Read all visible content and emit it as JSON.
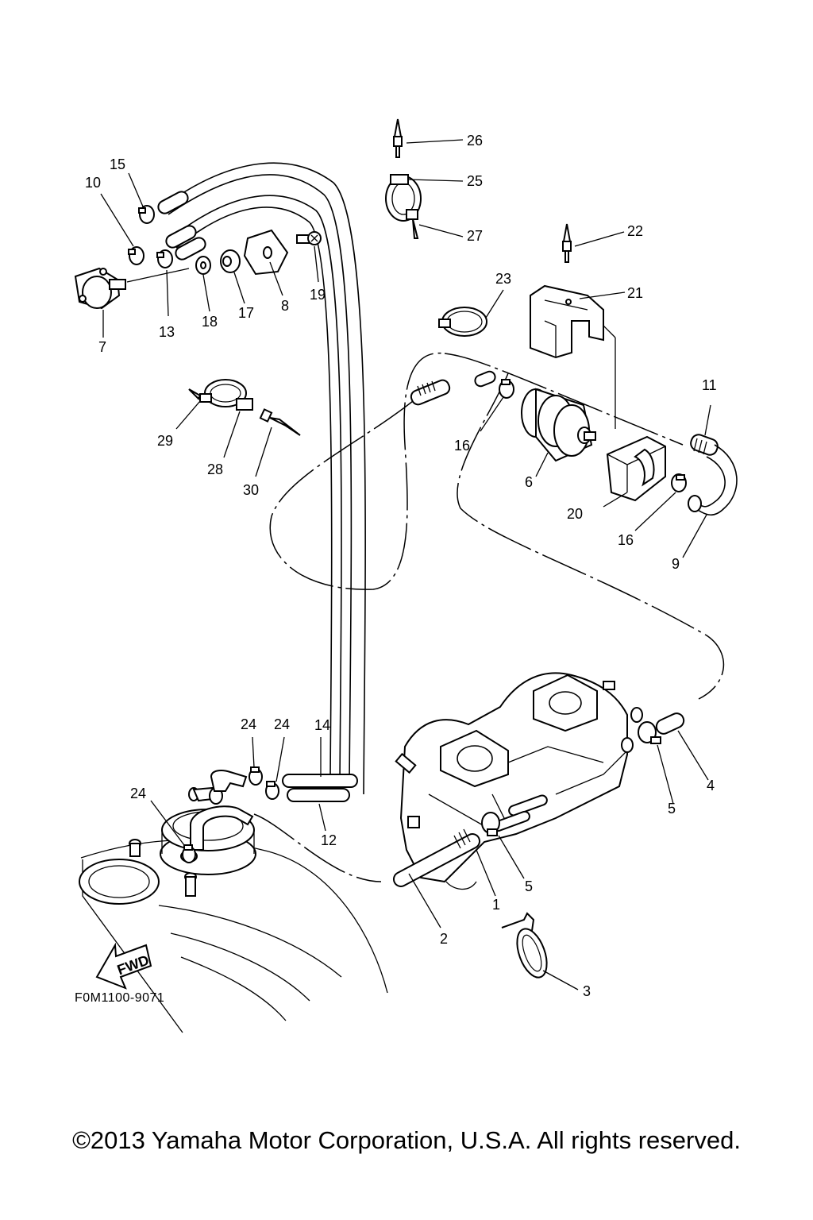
{
  "diagram": {
    "drawing_code": "F0M1100-9071",
    "fwd_label": "FWD",
    "copyright": "©2013 Yamaha Motor Corporation, U.S.A. All rights reserved.",
    "callouts": [
      "1",
      "2",
      "3",
      "4",
      "5",
      "5",
      "6",
      "7",
      "8",
      "9",
      "10",
      "11",
      "12",
      "13",
      "14",
      "15",
      "16",
      "16",
      "17",
      "18",
      "19",
      "20",
      "21",
      "22",
      "23",
      "24",
      "24",
      "24",
      "25",
      "26",
      "27",
      "28",
      "29",
      "30"
    ]
  }
}
